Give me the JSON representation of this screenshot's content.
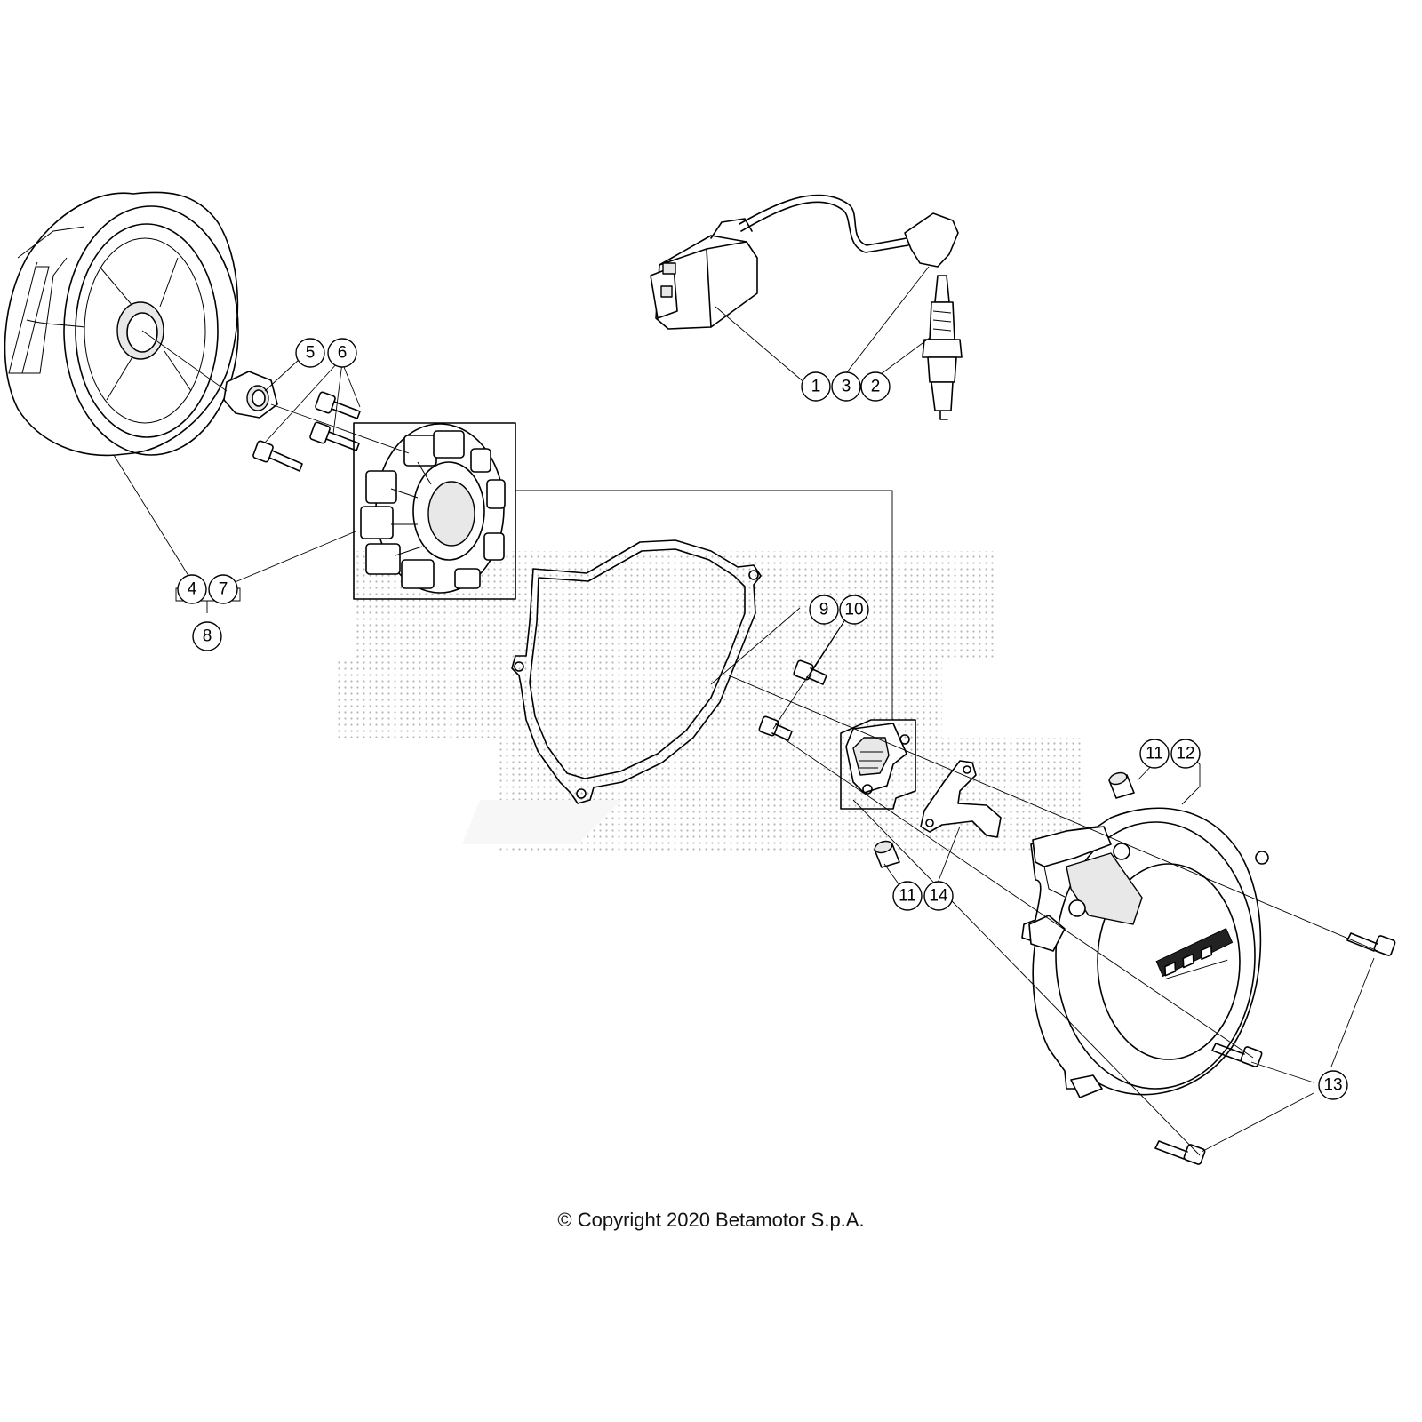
{
  "copyright": "© Copyright 2020 Betamotor S.p.A.",
  "callouts": [
    "1",
    "2",
    "3",
    "4",
    "5",
    "6",
    "7",
    "8",
    "9",
    "10",
    "11",
    "12",
    "13",
    "14"
  ],
  "colors": {
    "line": "#000000",
    "background": "#ffffff",
    "watermark": "#c8c8c8"
  }
}
